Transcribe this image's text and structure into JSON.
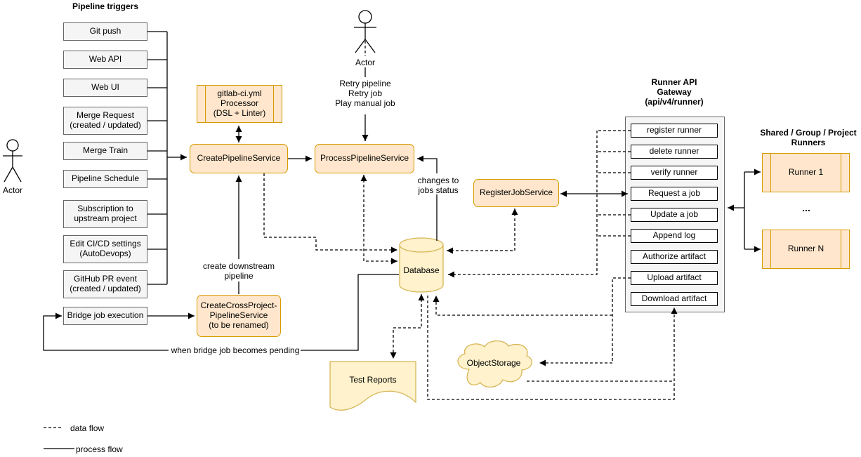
{
  "colors": {
    "service_fill": "#ffe6cc",
    "service_border": "#d79b00",
    "storage_fill": "#fff2cc",
    "storage_border": "#d6b656",
    "neutral_fill": "#f5f5f5",
    "neutral_border": "#666666",
    "line": "#000000"
  },
  "triggers": {
    "title": "Pipeline triggers",
    "items": [
      "Git push",
      "Web API",
      "Web UI",
      "Merge Request\n(created / updated)",
      "Merge Train",
      "Pipeline Schedule",
      "Subscription to\nupstream project",
      "Edit CI/CD settings\n(AutoDevops)",
      "GitHub PR event\n(created / updated)"
    ]
  },
  "bridge_job": {
    "label": "Bridge job execution"
  },
  "actors": {
    "left": "Actor",
    "top": "Actor",
    "top_actions": "Retry pipeline\nRetry job\nPlay manual job"
  },
  "services": {
    "processor": "gitlab-ci.yml\nProcessor\n(DSL + Linter)",
    "create_pipeline": "CreatePipelineService",
    "process_pipeline": "ProcessPipelineService",
    "register_job": "RegisterJobService",
    "create_cross_project": "CreateCrossProject-\nPipelineService\n(to be renamed)"
  },
  "storage": {
    "database": "Database",
    "object_storage": "ObjectStorage",
    "test_reports": "Test Reports"
  },
  "gateway": {
    "title": "Runner API\nGateway\n(api/v4/runner)",
    "endpoints": [
      "register runner",
      "delete runner",
      "verify runner",
      "Request a job",
      "Update a job",
      "Append log",
      "Authorize artifact",
      "Upload artifact",
      "Download artifact"
    ]
  },
  "runners": {
    "title": "Shared / Group / Project\nRunners",
    "items": [
      "Runner 1",
      "Runner N"
    ],
    "ellipsis": "..."
  },
  "edge_labels": {
    "changes": "changes to\njobs status",
    "create_downstream": "create downstream\npipeline",
    "when_bridge": "when bridge job becomes pending"
  },
  "legend": {
    "data_flow": "data flow",
    "process_flow": "process flow"
  }
}
